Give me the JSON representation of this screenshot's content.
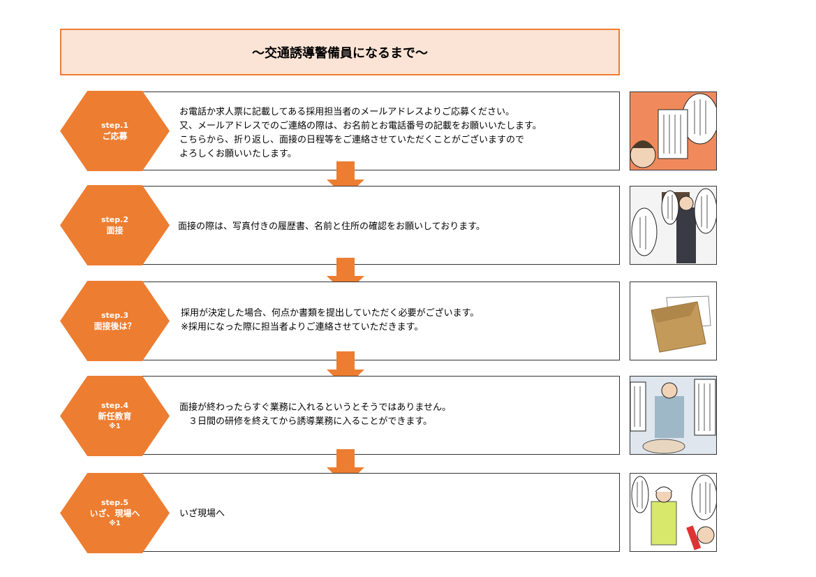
{
  "title": "〜交通誘導警備員になるまで〜",
  "steps": [
    {
      "label": "step.1",
      "name": "ご応募",
      "note": "",
      "text": "お電話か求人票に記載してある採用担当者のメールアドレスよりご応募ください。\n又、メールアドレスでのご連絡の際は、お名前とお電話番号の記載をお願いいたします。\nこちらから、折り返し、面接の日程等をご連絡させていただくことがございますので\nよろしくお願いいたします。"
    },
    {
      "label": "step.2",
      "name": "面接",
      "note": "",
      "text": "面接の際は、写真付きの履歴書、名前と住所の確認をお願いしております。"
    },
    {
      "label": "step.3",
      "name": "面接後は？",
      "note": "",
      "text": "採用が決定した場合、何点か書類を提出していただく必要がございます。\n※採用になった際に担当者よりご連絡させていただきます。"
    },
    {
      "label": "step.4",
      "name": "新任教育",
      "note": "※1",
      "text": "面接が終わったらすぐ業務に入れるというとそうではありません。\n　３日間の研修を終えてから誘導業務に入ることができます。"
    },
    {
      "label": "step.5",
      "name": "いざ、現場へ",
      "note": "※1",
      "text": "いざ現場へ"
    }
  ],
  "colors": {
    "accent": "#ed7d31",
    "title_bg": "#fbe4d5",
    "border": "#333333"
  },
  "icons": [
    "hexagon-step-icon",
    "down-arrow-icon",
    "manga-illustration"
  ]
}
